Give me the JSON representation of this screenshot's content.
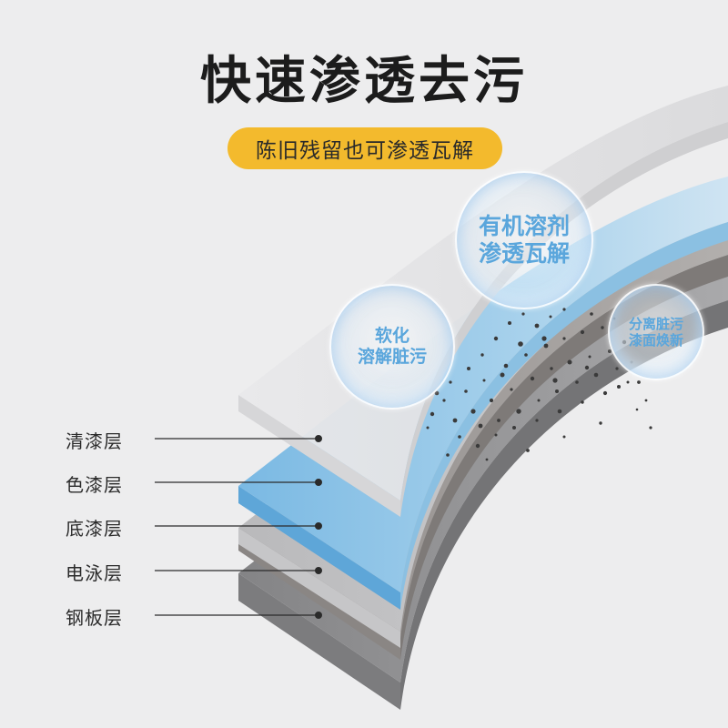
{
  "headline": "快速渗透去污",
  "subheadline": "陈旧残留也可渗透瓦解",
  "bubbles": {
    "center": [
      "有机溶剂",
      "渗透瓦解"
    ],
    "left": [
      "软化",
      "溶解脏污"
    ],
    "right": [
      "分离脏污",
      "漆面焕新"
    ]
  },
  "layers": [
    "清漆层",
    "色漆层",
    "底漆层",
    "电泳层",
    "钢板层"
  ],
  "colors": {
    "accent_pill": "#f3ba2d",
    "bubble_text": "#5aa6dc",
    "clear_coat": "#e2e2e4",
    "color_coat": "#8ec2e4",
    "primer": "#bdbdbf",
    "e_coat": "#9e9a98",
    "steel": "#8b8b8d"
  }
}
